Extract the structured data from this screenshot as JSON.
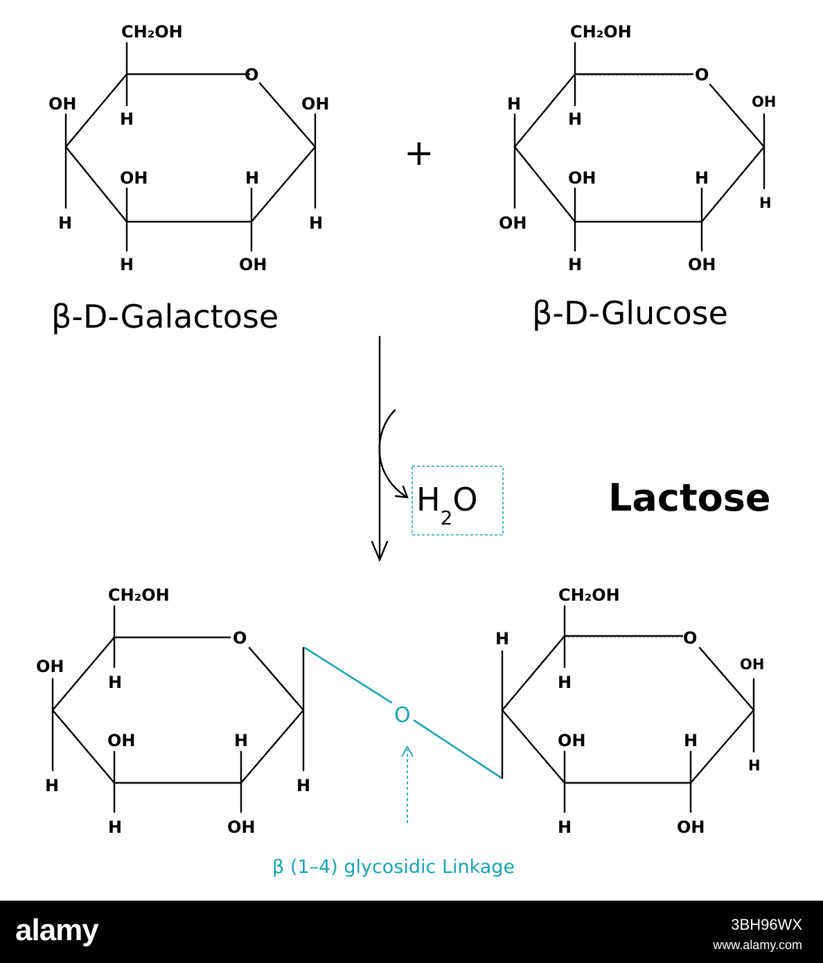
{
  "reactants": {
    "galactose": {
      "name": "β-D-Galactose",
      "ch2oh": "CH₂OH",
      "ring_o": "O",
      "c1_oh": "OH",
      "c1_h": "H",
      "c2_h": "H",
      "c2_oh": "OH",
      "c3_oh": "OH",
      "c3_h": "H",
      "c4_oh": "OH",
      "c4_h": "H",
      "c5_h": "H"
    },
    "plus": "+",
    "glucose": {
      "name": "β-D-Glucose",
      "ch2oh": "CH₂OH",
      "ring_o": "O",
      "c1_oh": "OH",
      "c1_h": "H",
      "c2_h": "H",
      "c2_oh": "OH",
      "c3_oh": "OH",
      "c3_h": "H",
      "c4_h": "H",
      "c4_oh": "OH",
      "c5_h": "H"
    }
  },
  "reaction": {
    "water": {
      "h": "H",
      "sub": "2",
      "o": "O"
    },
    "product_name": "Lactose"
  },
  "product": {
    "galactose_unit": {
      "ch2oh": "CH₂OH",
      "ring_o": "O",
      "c1_h": "H",
      "c2_h": "H",
      "c2_oh": "OH",
      "c3_oh": "OH",
      "c3_h": "H",
      "c4_oh": "OH",
      "c4_h": "H",
      "c5_h": "H"
    },
    "linkage_o": "O",
    "glucose_unit": {
      "ch2oh": "CH₂OH",
      "ring_o": "O",
      "c1_oh": "OH",
      "c1_h": "H",
      "c2_h": "H",
      "c2_oh": "OH",
      "c3_oh": "OH",
      "c3_h": "H",
      "c4_h": "H",
      "c5_h": "H"
    },
    "linkage_label": "β (1–4) glycosidic Linkage"
  },
  "colors": {
    "linkage": "#1aa3b0",
    "bonds": "#000000"
  },
  "watermark": {
    "brand": "alamy",
    "image_code": "3BH96WX",
    "site": "www.alamy.com"
  }
}
